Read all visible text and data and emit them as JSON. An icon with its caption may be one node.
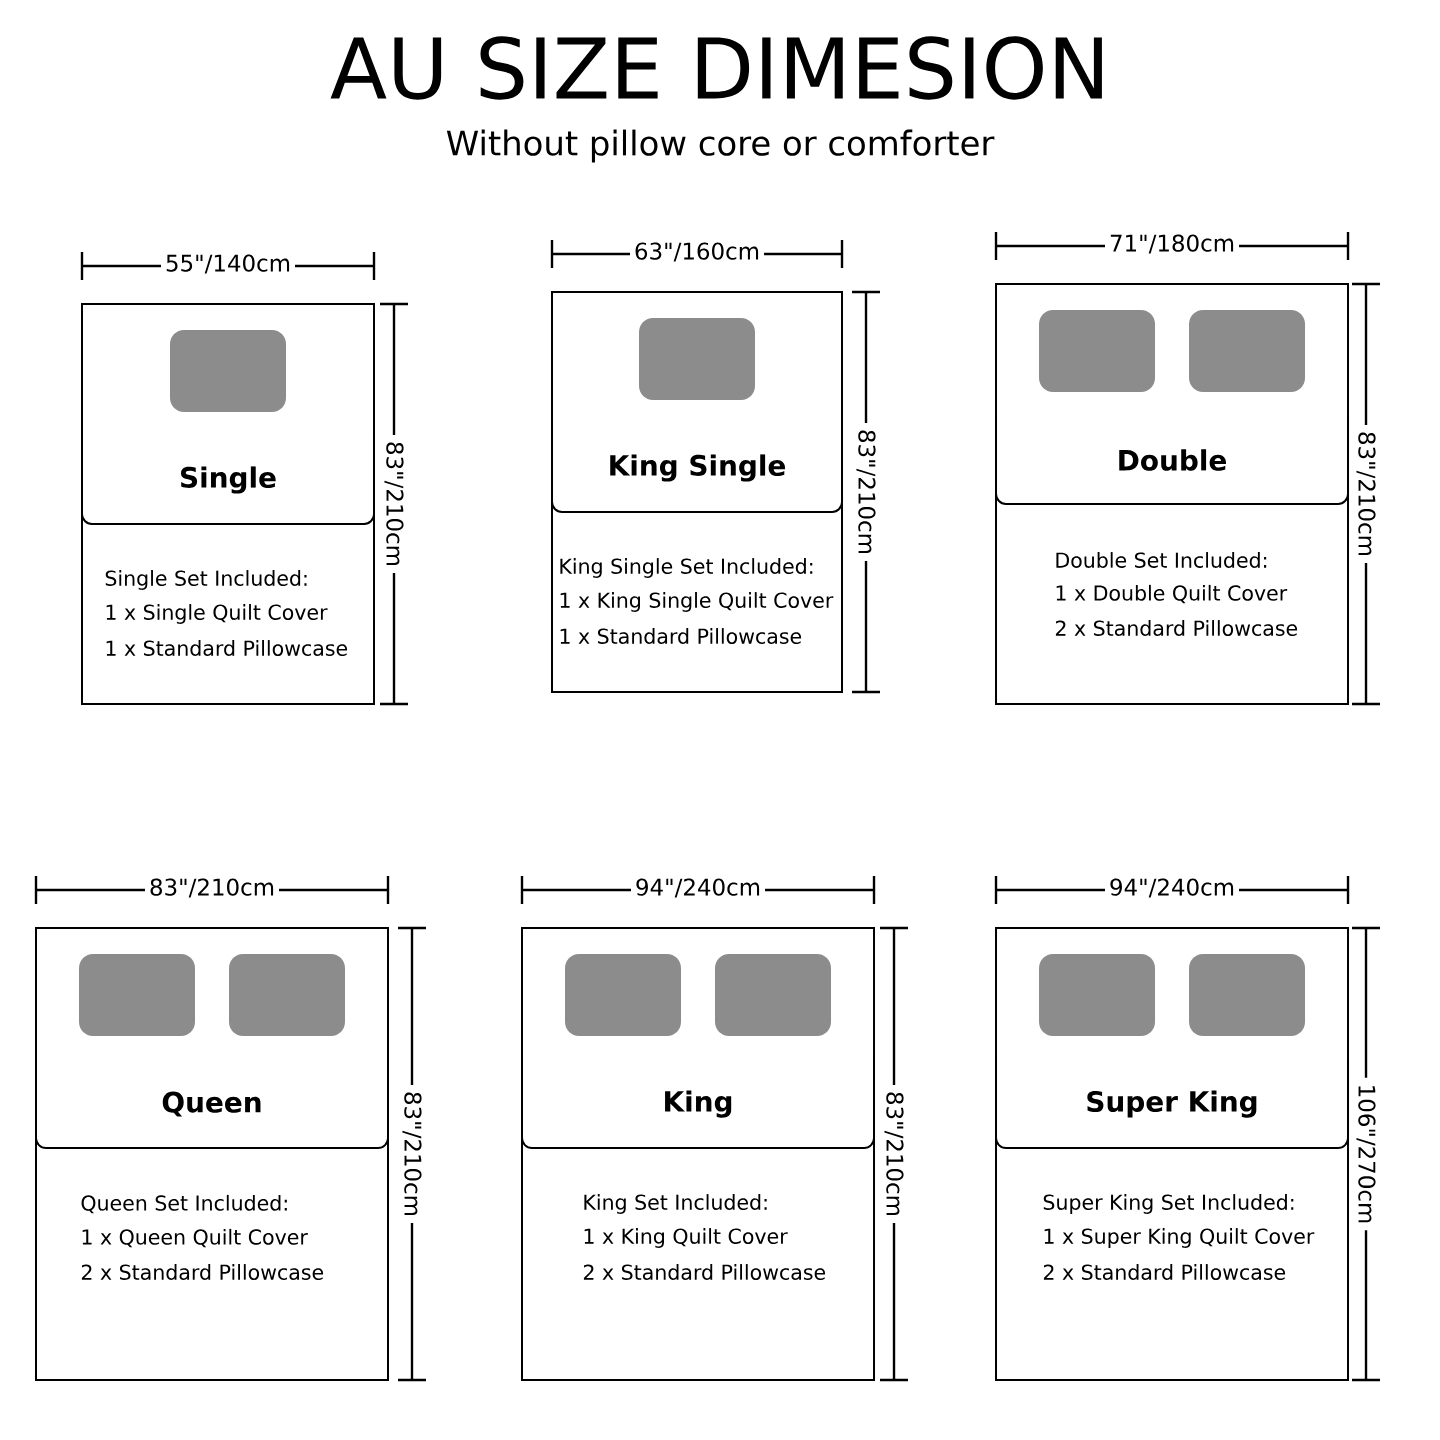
{
  "diagram": {
    "title": "AU SIZE DIMESION",
    "caption": "Without pillow core or comforter",
    "nodes": [
      {
        "text": [
          "Single",
          "Single Set Included:",
          "1 x Single Quilt Cover",
          "1 x Standard Pillowcase"
        ],
        "beside": [
          "55\"/140cm",
          "83\"/210cm"
        ]
      },
      {
        "text": [
          "King Single",
          "King Single Set Included:",
          "1 x King Single Quilt Cover",
          "1 x Standard Pillowcase"
        ],
        "beside": [
          "63\"/160cm",
          "83\"/210cm"
        ]
      },
      {
        "text": [
          "Double",
          "Double Set Included:",
          "1 x Double Quilt Cover",
          "2 x Standard Pillowcase"
        ],
        "beside": [
          "71\"/180cm",
          "83\"/210cm"
        ]
      },
      {
        "text": [
          "Queen",
          "Queen Set Included:",
          "1 x Queen Quilt Cover",
          "2 x Standard Pillowcase"
        ],
        "beside": [
          "83\"/210cm",
          "83\"/210cm"
        ]
      },
      {
        "text": [
          "King",
          "King Set Included:",
          "1 x King Quilt Cover",
          "2 x Standard Pillowcase"
        ],
        "beside": [
          "94\"/240cm",
          "83\"/210cm"
        ]
      },
      {
        "text": [
          "Super King",
          "Super King Set Included:",
          "1 x Super King Quilt Cover",
          "2 x Standard Pillowcase"
        ],
        "beside": [
          "94\"/240cm",
          "106\"/270cm"
        ]
      }
    ]
  }
}
